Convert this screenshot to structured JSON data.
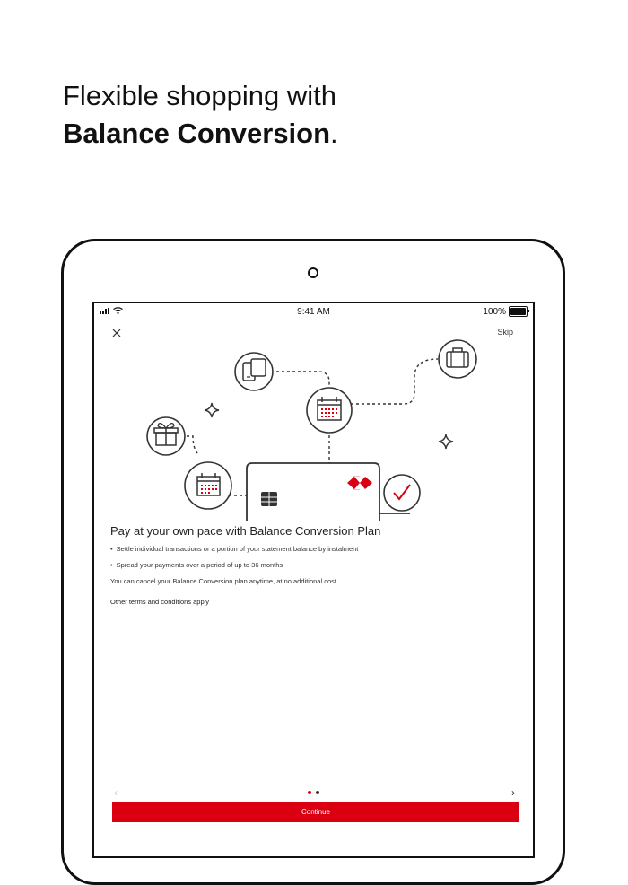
{
  "headline": {
    "line1": "Flexible shopping with",
    "line2_bold": "Balance Conversion",
    "line2_suffix": "."
  },
  "status_bar": {
    "time": "9:41 AM",
    "battery": "100%",
    "battery_level": 1.0
  },
  "nav": {
    "skip_label": "Skip"
  },
  "content": {
    "title": "Pay at your own pace with Balance Conversion Plan",
    "bullets": [
      "Settle individual transactions or a portion of your statement balance by instalment",
      "Spread your payments over a period of up to 36 months"
    ],
    "note": "You can cancel your Balance Conversion plan anytime, at no additional cost.",
    "terms": "Other terms and conditions apply"
  },
  "pager": {
    "current_page": 1,
    "total_pages": 2
  },
  "continue_label": "Continue",
  "colors": {
    "brand_red": "#db0011",
    "text": "#111111",
    "line": "#333333"
  },
  "icons": [
    "close-icon",
    "devices-icon",
    "calendar-icon",
    "luggage-icon",
    "gift-icon",
    "sparkle-icon",
    "card-chip-icon",
    "hsbc-logo",
    "checkmark-icon",
    "chevron-left-icon",
    "chevron-right-icon",
    "wifi-icon",
    "signal-icon",
    "battery-icon"
  ]
}
